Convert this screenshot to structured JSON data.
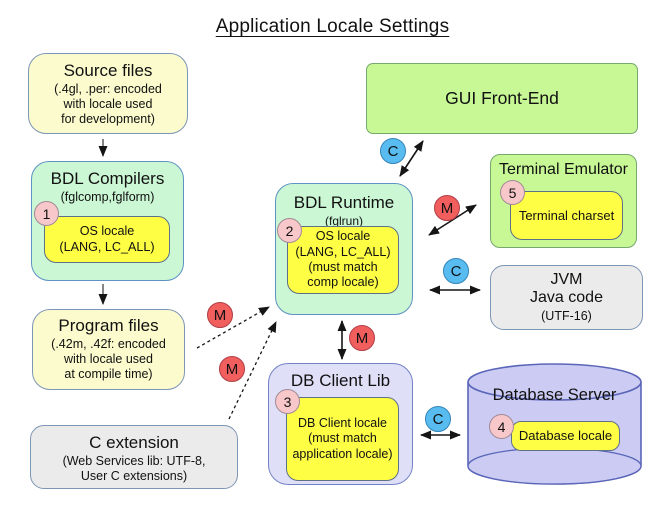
{
  "title": "Application Locale Settings",
  "colors": {
    "pale_yellow": "#FBFBCE",
    "bright_yellow": "#FEFF45",
    "mint_green": "#CBF7D4",
    "lime_green": "#C8F896",
    "lavender_light": "#DFDFF8",
    "lavender_fill": "#CBCBF3",
    "gray_fill": "#EBEBEB",
    "badge_pink": "#F8C7C9",
    "badge_border": "#A28A96",
    "circle_red": "#F15E5E",
    "circle_red_border": "#AF3E46",
    "circle_blue": "#59BCF0",
    "circle_blue_border": "#3385B8",
    "border_blue": "#7E96B5",
    "border_mint": "#5D92C2",
    "border_green": "#77A86E",
    "border_indigo": "#7382C6",
    "border_slate": "#5F7186",
    "border_cylinder": "#5A66B8",
    "arrow_color": "#151515"
  },
  "boxes": {
    "source_files": {
      "title": "Source files",
      "subtitle": "(.4gl, .per: encoded\nwith locale used\nfor development)"
    },
    "bdl_compilers": {
      "title": "BDL Compilers",
      "subtitle": "(fglcomp,fglform)",
      "badge": "1",
      "inner": "OS locale\n(LANG, LC_ALL)"
    },
    "program_files": {
      "title": "Program files",
      "subtitle": "(.42m, .42f: encoded\nwith locale used\nat compile time)"
    },
    "c_extension": {
      "title": "C extension",
      "subtitle": "(Web Services lib: UTF-8,\nUser C extensions)"
    },
    "bdl_runtime": {
      "title": "BDL Runtime",
      "subtitle": "(fglrun)",
      "badge": "2",
      "inner": "OS locale\n(LANG, LC_ALL)\n(must match\ncomp locale)"
    },
    "gui_front_end": {
      "title": "GUI Front-End"
    },
    "terminal_emulator": {
      "title": "Terminal Emulator",
      "badge": "5",
      "inner": "Terminal charset"
    },
    "jvm": {
      "title": "JVM\nJava code",
      "subtitle": "(UTF-16)"
    },
    "db_client_lib": {
      "title": "DB Client Lib",
      "badge": "3",
      "inner": "DB Client locale\n(must match\napplication locale)"
    },
    "database_server": {
      "title": "Database Server",
      "badge": "4",
      "inner": "Database locale"
    }
  },
  "connectors": [
    {
      "label": "C"
    },
    {
      "label": "M"
    },
    {
      "label": "C"
    },
    {
      "label": "M"
    },
    {
      "label": "C"
    },
    {
      "label": "M"
    },
    {
      "label": "M"
    }
  ]
}
